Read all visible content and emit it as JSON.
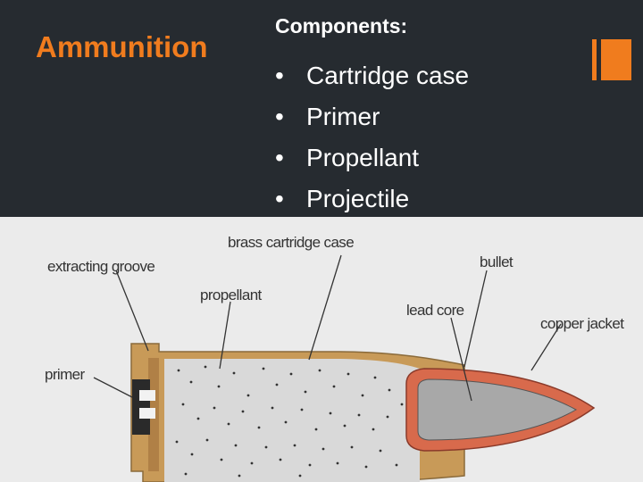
{
  "slide": {
    "title": "Ammunition",
    "heading": "Components:",
    "bullets": [
      "Cartridge case",
      "Primer",
      "Propellant",
      "Projectile"
    ]
  },
  "diagram": {
    "labels": {
      "brass_case": "brass cartridge case",
      "bullet": "bullet",
      "extracting_groove": "extracting groove",
      "propellant": "propellant",
      "lead_core": "lead core",
      "copper_jacket": "copper jacket",
      "primer": "primer"
    }
  },
  "colors": {
    "background": "#262b30",
    "accent": "#f07c1e",
    "text": "#ffffff",
    "panel": "#ebebeb",
    "brass": "#c89a58",
    "copper": "#d86a4c",
    "lead": "#a8a8a8"
  }
}
